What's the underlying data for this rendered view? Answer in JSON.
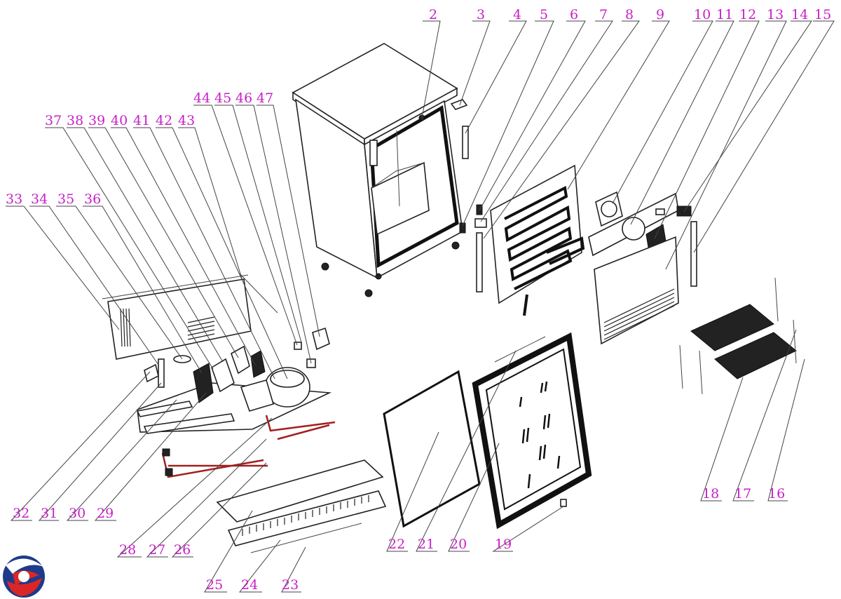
{
  "callouts": [
    "2",
    "3",
    "4",
    "5",
    "6",
    "7",
    "8",
    "9",
    "10",
    "11",
    "12",
    "13",
    "14",
    "15",
    "16",
    "17",
    "18",
    "19",
    "20",
    "21",
    "22",
    "23",
    "24",
    "25",
    "26",
    "27",
    "28",
    "29",
    "30",
    "31",
    "32",
    "33",
    "34",
    "35",
    "36",
    "37",
    "38",
    "39",
    "40",
    "41",
    "42",
    "43",
    "44",
    "45",
    "46",
    "47"
  ],
  "logo": {
    "name": "brand-logo",
    "colors": [
      "#1e3a8a",
      "#dc2626"
    ]
  },
  "colors": {
    "callout": "#c81fc8",
    "line": "#444444",
    "part": "#222222"
  }
}
